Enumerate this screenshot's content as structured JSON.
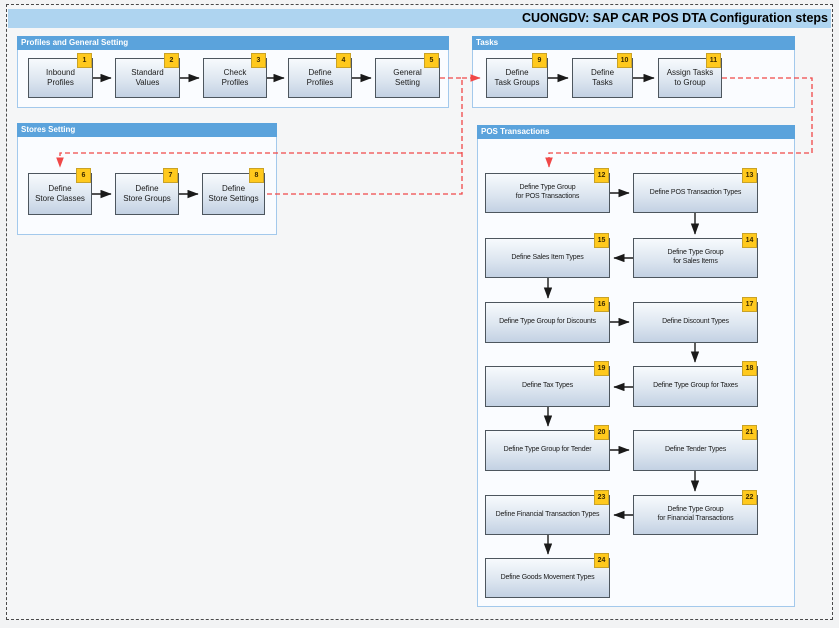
{
  "title": "CUONGDV: SAP CAR POS DTA Configuration steps",
  "sections": {
    "profiles": {
      "title": "Profiles and General Setting",
      "nodes": [
        {
          "num": "1",
          "label": "Inbound\nProfiles"
        },
        {
          "num": "2",
          "label": "Standard\nValues"
        },
        {
          "num": "3",
          "label": "Check\nProfiles"
        },
        {
          "num": "4",
          "label": "Define\nProfiles"
        },
        {
          "num": "5",
          "label": "General\nSetting"
        }
      ]
    },
    "tasks": {
      "title": "Tasks",
      "nodes": [
        {
          "num": "9",
          "label": "Define\nTask Groups"
        },
        {
          "num": "10",
          "label": "Define\nTasks"
        },
        {
          "num": "11",
          "label": "Assign Tasks\nto Group"
        }
      ]
    },
    "stores": {
      "title": "Stores Setting",
      "nodes": [
        {
          "num": "6",
          "label": "Define\nStore Classes"
        },
        {
          "num": "7",
          "label": "Define\nStore Groups"
        },
        {
          "num": "8",
          "label": "Define\nStore Settings"
        }
      ]
    },
    "pos": {
      "title": "POS Transactions",
      "nodes": [
        {
          "num": "12",
          "label": "Define Type Group\nfor POS Transactions"
        },
        {
          "num": "13",
          "label": "Define POS Transaction Types"
        },
        {
          "num": "14",
          "label": "Define Type Group\nfor Sales Items"
        },
        {
          "num": "15",
          "label": "Define Sales Item Types"
        },
        {
          "num": "16",
          "label": "Define Type Group for Discounts"
        },
        {
          "num": "17",
          "label": "Define Discount Types"
        },
        {
          "num": "18",
          "label": "Define Type Group for Taxes"
        },
        {
          "num": "19",
          "label": "Define Tax Types"
        },
        {
          "num": "20",
          "label": "Define Type Group for Tender"
        },
        {
          "num": "21",
          "label": "Define Tender Types"
        },
        {
          "num": "22",
          "label": "Define Type Group\nfor Financial Transactions"
        },
        {
          "num": "23",
          "label": "Define Financial Transaction Types"
        },
        {
          "num": "24",
          "label": "Define Goods Movement Types"
        }
      ]
    }
  },
  "edges": [
    "1->2",
    "2->3",
    "3->4",
    "4->5",
    "5->6",
    "6->7",
    "7->8",
    "8->9",
    "9->10",
    "10->11",
    "11->12",
    "12->13",
    "13->14",
    "14->15",
    "15->16",
    "16->17",
    "17->18",
    "18->19",
    "19->20",
    "20->21",
    "21->22",
    "22->23",
    "23->24"
  ],
  "colors": {
    "title_bar": "#aed4f0",
    "section_header": "#5ba3dc",
    "panel_border": "#a3c9ec",
    "panel_bg": "#fafcff",
    "node_border": "#4d565e",
    "badge_bg": "#ffc91d",
    "badge_border": "#c9a227",
    "connector": "#1a1a1a",
    "flow_red": "#f04848"
  }
}
